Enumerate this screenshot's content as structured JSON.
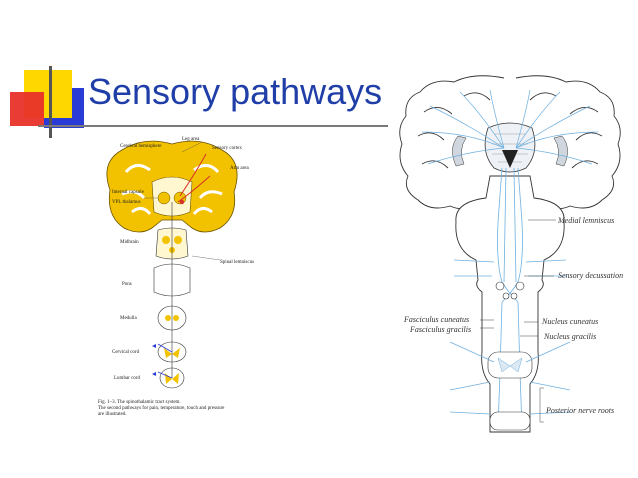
{
  "slide": {
    "title": "Sensory pathways",
    "colors": {
      "title": "#1f3ea8",
      "accent_yellow": "#ffd700",
      "accent_red": "#e8322a",
      "accent_blue": "#2a3bd6",
      "tract_blue": "#6fb0e0",
      "tract_red": "#d8302a",
      "grey_matter_yellow": "#f2c200"
    }
  },
  "left_figure": {
    "labels": {
      "cerebral_hemisphere": "Cerebral hemisphere",
      "leg_area": "Leg area",
      "sensory_cortex": "Sensory cortex",
      "arm_area": "Arm area",
      "internal_capsule": "Internal capsule",
      "vpl_thalamus": "VPL thalamus",
      "midbrain": "Midbrain",
      "spinal_lemniscus": "Spinal lemniscus",
      "pons": "Pons",
      "medulla": "Medulla",
      "cervical_cord": "Cervical cord",
      "lumbar_cord": "Lumbar cord"
    },
    "caption": {
      "line1": "Fig. 1–3. The spinothalamic tract system.",
      "line2": "The second pathways for pain, temperature, touch and pressure",
      "line3": "are illustrated."
    }
  },
  "right_figure": {
    "labels": {
      "medial_lemniscus": "Medial lemniscus",
      "sensory_decussation": "Sensory decussation",
      "fasciculus_cuneatus": "Fasciculus cuneatus",
      "fasciculus_gracilis": "Fasciculus gracilis",
      "nucleus_cuneatus": "Nucleus cuneatus",
      "nucleus_gracilis": "Nucleus gracilis",
      "posterior_nerve_roots": "Posterior nerve roots"
    }
  }
}
